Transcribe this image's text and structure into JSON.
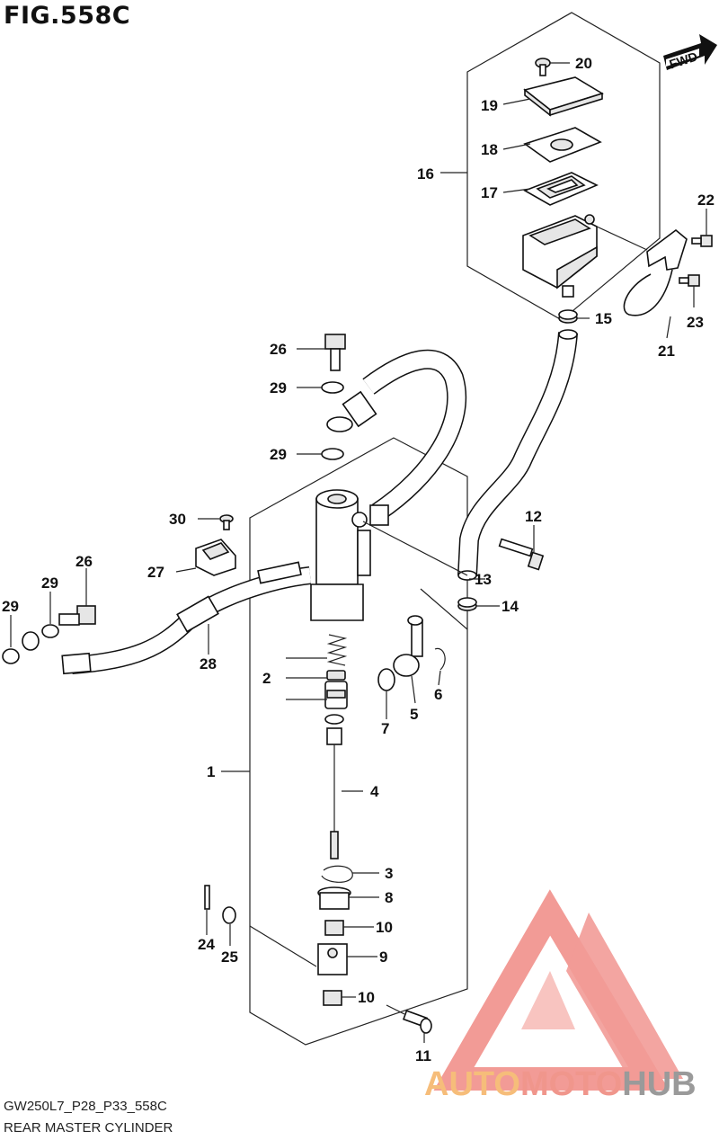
{
  "figure": {
    "title": "FIG.558C",
    "code": "GW250L7_P28_P33_558C",
    "caption": "REAR MASTER CYLINDER",
    "fwd_label": "FWD"
  },
  "watermark": {
    "auto": "AUTO",
    "moto": "MOTO",
    "hub": "HUB",
    "colors": {
      "auto": "#f6bd7a",
      "moto": "#f0968c",
      "hub": "#9a9a9a",
      "logo": "#f08a84"
    }
  },
  "callouts": {
    "n1": "1",
    "n2": "2",
    "n3": "3",
    "n4": "4",
    "n5": "5",
    "n6": "6",
    "n7": "7",
    "n8": "8",
    "n9": "9",
    "n10a": "10",
    "n10b": "10",
    "n11": "11",
    "n12": "12",
    "n13": "13",
    "n14": "14",
    "n15": "15",
    "n16": "16",
    "n17": "17",
    "n18": "18",
    "n19": "19",
    "n20": "20",
    "n21": "21",
    "n22": "22",
    "n23": "23",
    "n24": "24",
    "n25": "25",
    "n26a": "26",
    "n26b": "26",
    "n27": "27",
    "n28": "28",
    "n29a": "29",
    "n29b": "29",
    "n29c": "29",
    "n29d": "29",
    "n30": "30"
  }
}
